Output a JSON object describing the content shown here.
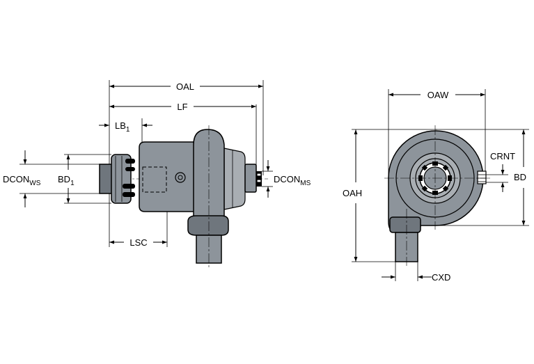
{
  "labels": {
    "oal": "OAL",
    "lf": "LF",
    "lb1_main": "LB",
    "lb1_sub": "1",
    "dcon_ws_main": "DCON",
    "dcon_ws_sub": "WS",
    "bd1_main": "BD",
    "bd1_sub": "1",
    "dcon_ms_main": "DCON",
    "dcon_ms_sub": "MS",
    "lsc": "LSC",
    "oaw": "OAW",
    "crnt": "CRNT",
    "bd": "BD",
    "oah": "OAH",
    "cxd": "CXD"
  },
  "colors": {
    "body": "#8d949b",
    "body_dark": "#6f767d",
    "body_light": "#a9aeb3",
    "line": "#000000"
  }
}
